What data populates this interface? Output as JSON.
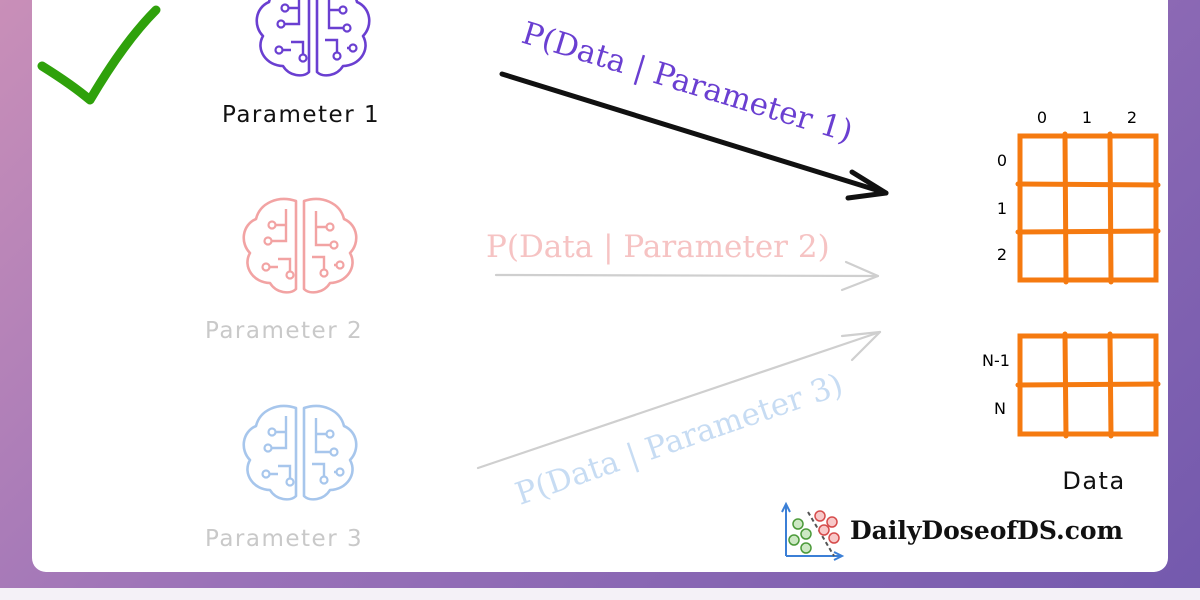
{
  "parameters": [
    {
      "label": "Parameter 1",
      "color": "#6a3fd1",
      "label_color": "#111111",
      "active": true
    },
    {
      "label": "Parameter 2",
      "color": "#f2a3a3",
      "label_color": "#c9c9c9",
      "active": false
    },
    {
      "label": "Parameter 3",
      "color": "#a7c6ec",
      "label_color": "#c9c9c9",
      "active": false
    }
  ],
  "likelihoods": [
    {
      "text": "P(Data | Parameter 1)",
      "color": "#6a3fd1"
    },
    {
      "text": "P(Data | Parameter 2)",
      "color": "#f6c3c3"
    },
    {
      "text": "P(Data | Parameter 3)",
      "color": "#c7dcf3"
    }
  ],
  "data_grid": {
    "columns": [
      "0",
      "1",
      "2"
    ],
    "top_rows": [
      "0",
      "1",
      "2"
    ],
    "bottom_rows": [
      "N-1",
      "N"
    ],
    "title": "Data",
    "color": "#f57a10"
  },
  "checkmark_color": "#2fa10b",
  "brand": {
    "name": "DailyDoseofDS.com"
  }
}
